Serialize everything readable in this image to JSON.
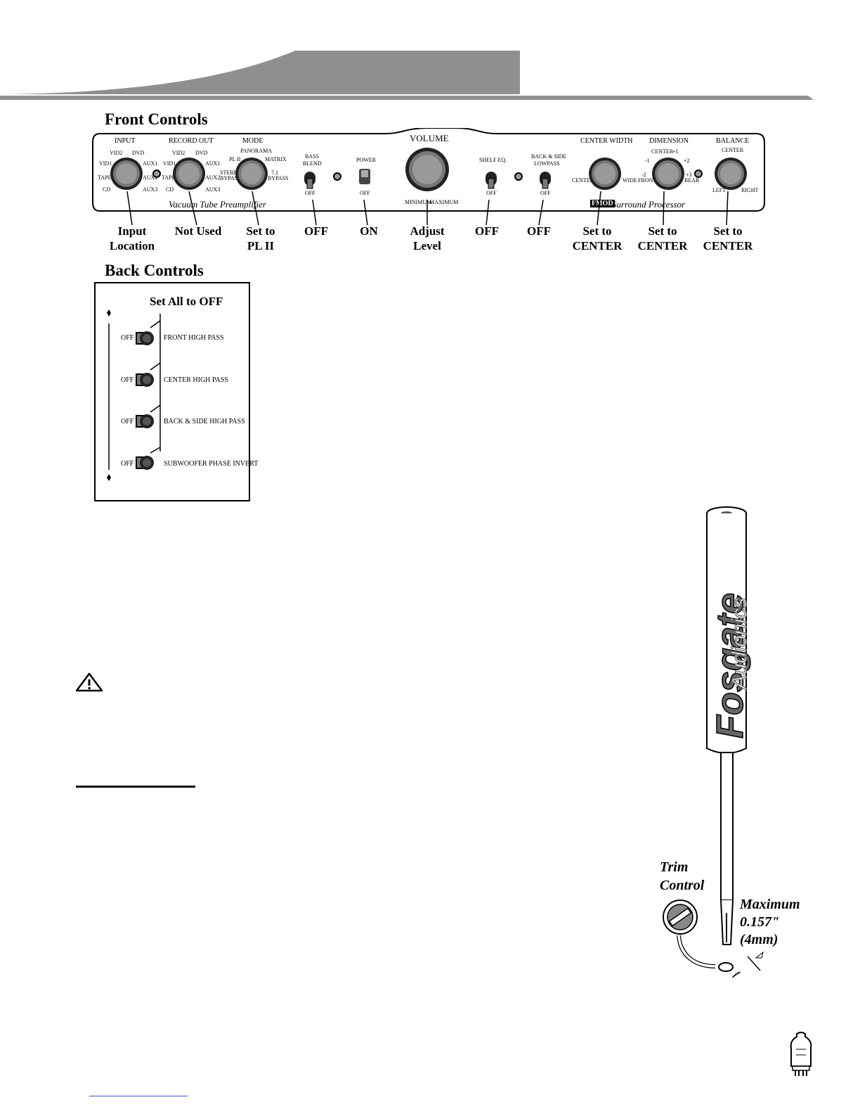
{
  "header": {
    "band_color": "#8f8f8f"
  },
  "front": {
    "title": "Front Controls",
    "panel_labels": {
      "input": "INPUT",
      "record_out": "RECORD OUT",
      "mode": "MODE",
      "bass_blend_1": "BASS",
      "bass_blend_2": "BLEND",
      "power": "POWER",
      "volume": "VOLUME",
      "shelf_eq": "SHELF EQ.",
      "back_side_1": "BACK & SIDE",
      "back_side_2": "LOWPASS",
      "center_width": "CENTER WIDTH",
      "dimension": "DIMENSION",
      "balance": "BALANCE",
      "vacuum": "Vacuum Tube Preamplifier",
      "surround": "Surround Processor",
      "logo": "FMOD",
      "off": "OFF",
      "minimum": "MINIMUM",
      "maximum": "MAXIMUM"
    },
    "input_ticks": {
      "vid2": "VID2",
      "dvd": "DVD",
      "vid1": "VID1",
      "aux1": "AUX1",
      "tape": "TAPE",
      "aux2": "AUX2",
      "cd": "CD",
      "aux3": "AUX3"
    },
    "mode_ticks": {
      "panorama": "PANORAMA",
      "pl2": "PL II",
      "matrix": "MATRIX",
      "stereo": "STEREO",
      "bypass": "BYPASS",
      "seven": "7.1",
      "bypass2": "BYPASS"
    },
    "width_ticks": {
      "center": "CENTER",
      "wide": "WIDE"
    },
    "dim_ticks": {
      "center": "CENTER",
      "m1": "-1",
      "p1": "+1",
      "m2": "-2",
      "p2": "+2",
      "front": "FRONT",
      "p3": "+3",
      "rear": "REAR"
    },
    "bal_ticks": {
      "center": "CENTER",
      "left": "LEFT",
      "right": "RIGHT"
    },
    "callouts": [
      {
        "l1": "Input",
        "l2": "Location"
      },
      {
        "l1": "Not Used",
        "l2": ""
      },
      {
        "l1": "Set to",
        "l2": "PL II"
      },
      {
        "l1": "OFF",
        "l2": ""
      },
      {
        "l1": "ON",
        "l2": ""
      },
      {
        "l1": "Adjust",
        "l2": "Level"
      },
      {
        "l1": "OFF",
        "l2": ""
      },
      {
        "l1": "OFF",
        "l2": ""
      },
      {
        "l1": "Set to",
        "l2": "CENTER"
      },
      {
        "l1": "Set to",
        "l2": "CENTER"
      },
      {
        "l1": "Set to",
        "l2": "CENTER"
      }
    ]
  },
  "back": {
    "title": "Back Controls",
    "instruction_prefix": "Set All to ",
    "instruction_value": "OFF",
    "off_label": "OFF",
    "switches": [
      "FRONT HIGH PASS",
      "CENTER HIGH PASS",
      "BACK & SIDE HIGH PASS",
      "SUBWOOFER PHASE INVERT"
    ]
  },
  "screwdriver": {
    "brand": "Fosgate",
    "sub_brand": "Audionics",
    "trim_1": "Trim",
    "trim_2": "Control",
    "max_1": "Maximum",
    "max_2": "0.157\"",
    "max_3": "(4mm)"
  },
  "warning_icon": "warning-triangle-icon",
  "tube_icon": "vacuum-tube-icon"
}
